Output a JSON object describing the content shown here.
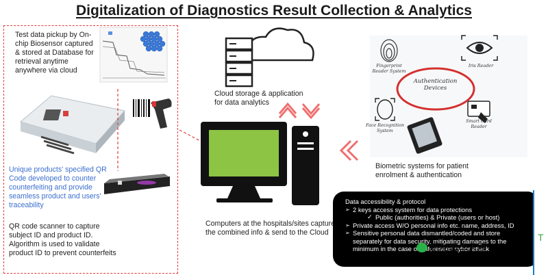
{
  "title": "Digitalization of Diagnostics Result Collection & Analytics",
  "left_panel": {
    "pickup_text": "Test data pickup by On-chip Biosensor captured & stored at Database for retrieval anytime anywhere via cloud",
    "qr_text": "Unique products' specified QR Code developed to counter counterfeiting and provide seamless product and users' traceability",
    "scanner_text": "QR code scanner to capture subject ID and product ID. Algorithm is used to validate product ID to prevent counterfeits"
  },
  "cloud_text": "Cloud storage & application for data analytics",
  "computer_text": "Computers at the hospitals/sites capture the combined info & send to the Cloud",
  "biometric": {
    "center_label": "Authentication Devices",
    "fingerprint_label": "Fingerprint Reader System",
    "iris_label": "Iris Reader",
    "face_label": "Face Recognition System",
    "smartcard_label": "Smart Card Reader",
    "caption": "Biometric systems for patient enrolment & authentication"
  },
  "protocol": {
    "heading": "Data accessibility & protocol",
    "item1": "2 keys access system for data protections",
    "item1_sub": "Public (authorities) & Private (users or host)",
    "item2": "Private access W/O personal info etc. name, address, ID",
    "item3": "Sensitive personal data dismantled/coded and store separately for data security, mitigating damages to the minimum in the case of unforeseen cyber attack"
  },
  "watermark": "新加坡华人圈",
  "edge_char": "T",
  "colors": {
    "dashed_red": "#e23a3a",
    "blue_text": "#3b6fcf",
    "screen_green": "#8dc444",
    "arrow_pink": "#f06f6f"
  }
}
